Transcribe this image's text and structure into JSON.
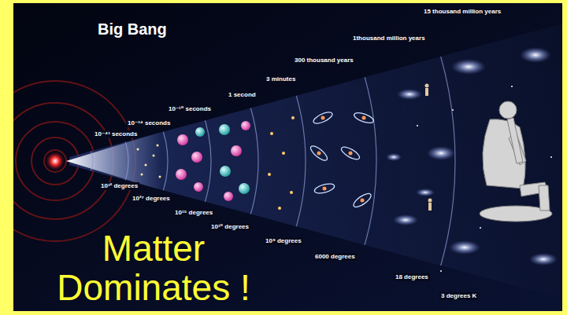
{
  "diagram": {
    "title": "Big Bang",
    "labels": [
      "15 thousand million years",
      "1thousand million years",
      "300 thousand years",
      "3 minutes",
      "1 second",
      "10⁻¹⁰ seconds",
      "10⁻³⁴ seconds",
      "10⁻⁴³ seconds",
      "10³² degrees",
      "10²⁷ degrees",
      "10¹⁵ degrees",
      "10¹⁰ degrees",
      "10⁹ degrees",
      "6000 degrees",
      "18 degrees",
      "3 degrees K",
      "Matter Dominates !"
    ]
  }
}
